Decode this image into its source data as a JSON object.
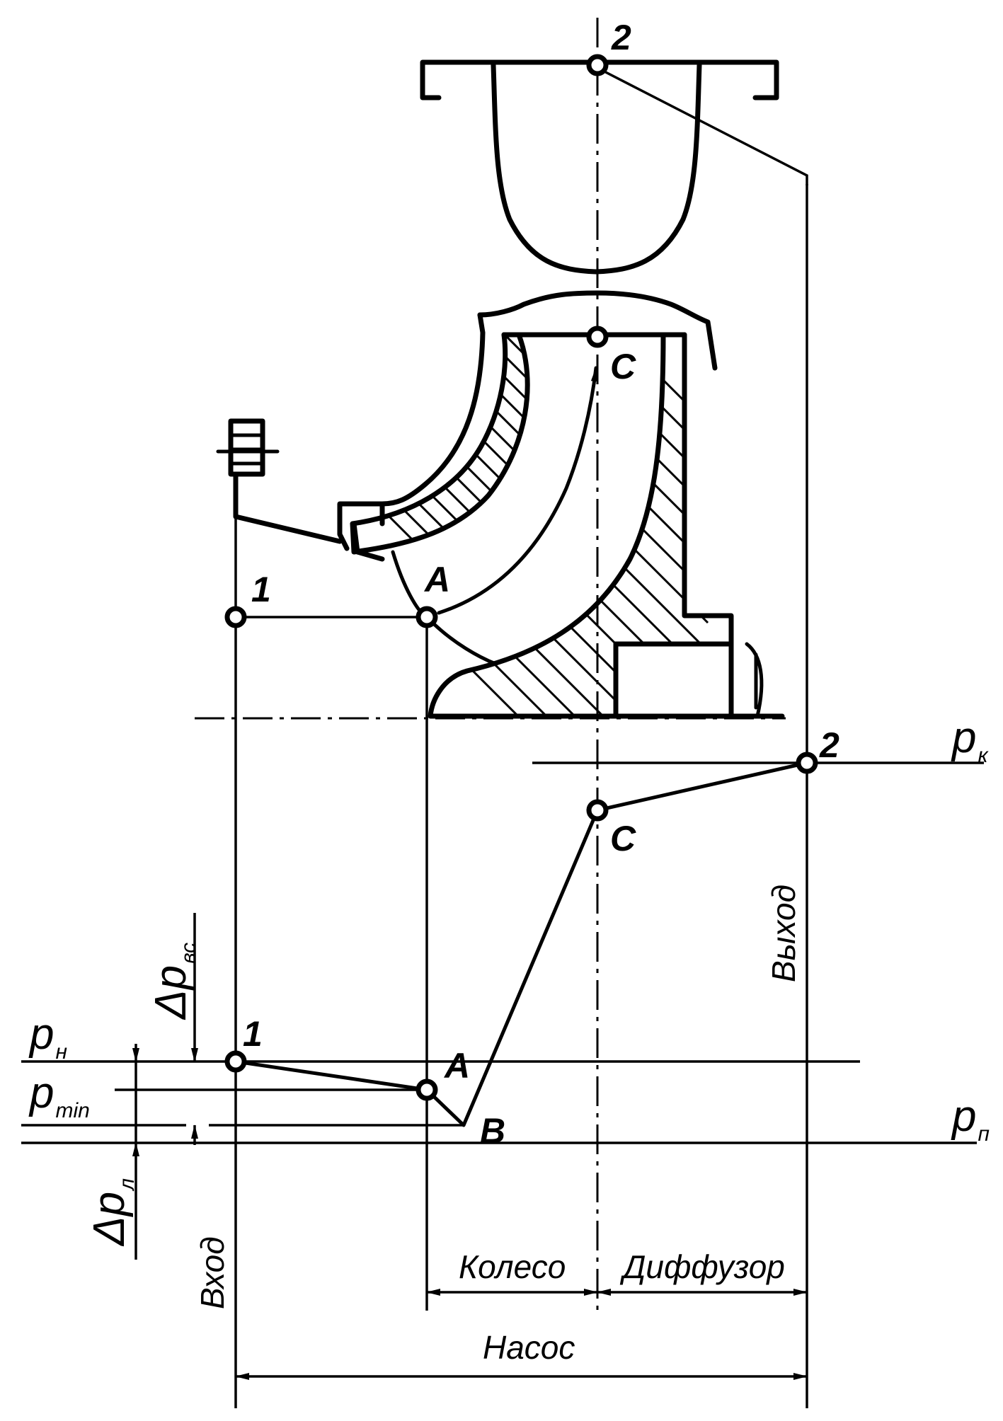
{
  "points": {
    "inlet": "1",
    "impeller_inlet": "A",
    "impeller_outlet": "C",
    "outlet": "2",
    "min_pressure": "B"
  },
  "pressures": {
    "p_in": {
      "symbol": "p",
      "subscript": "н"
    },
    "p_min": {
      "symbol": "p",
      "subscript": "min"
    },
    "p_vapor": {
      "symbol": "p",
      "subscript": "п"
    },
    "p_out": {
      "symbol": "p",
      "subscript": "к"
    },
    "dp_suction": {
      "prefix": "Δ",
      "symbol": "p",
      "subscript": "вс"
    },
    "dp_blade": {
      "prefix": "Δ",
      "symbol": "p",
      "subscript": "л"
    }
  },
  "regions": {
    "inlet": "Вход",
    "outlet": "Выход",
    "impeller": "Колесо",
    "diffuser": "Диффузор",
    "pump": "Насос"
  }
}
